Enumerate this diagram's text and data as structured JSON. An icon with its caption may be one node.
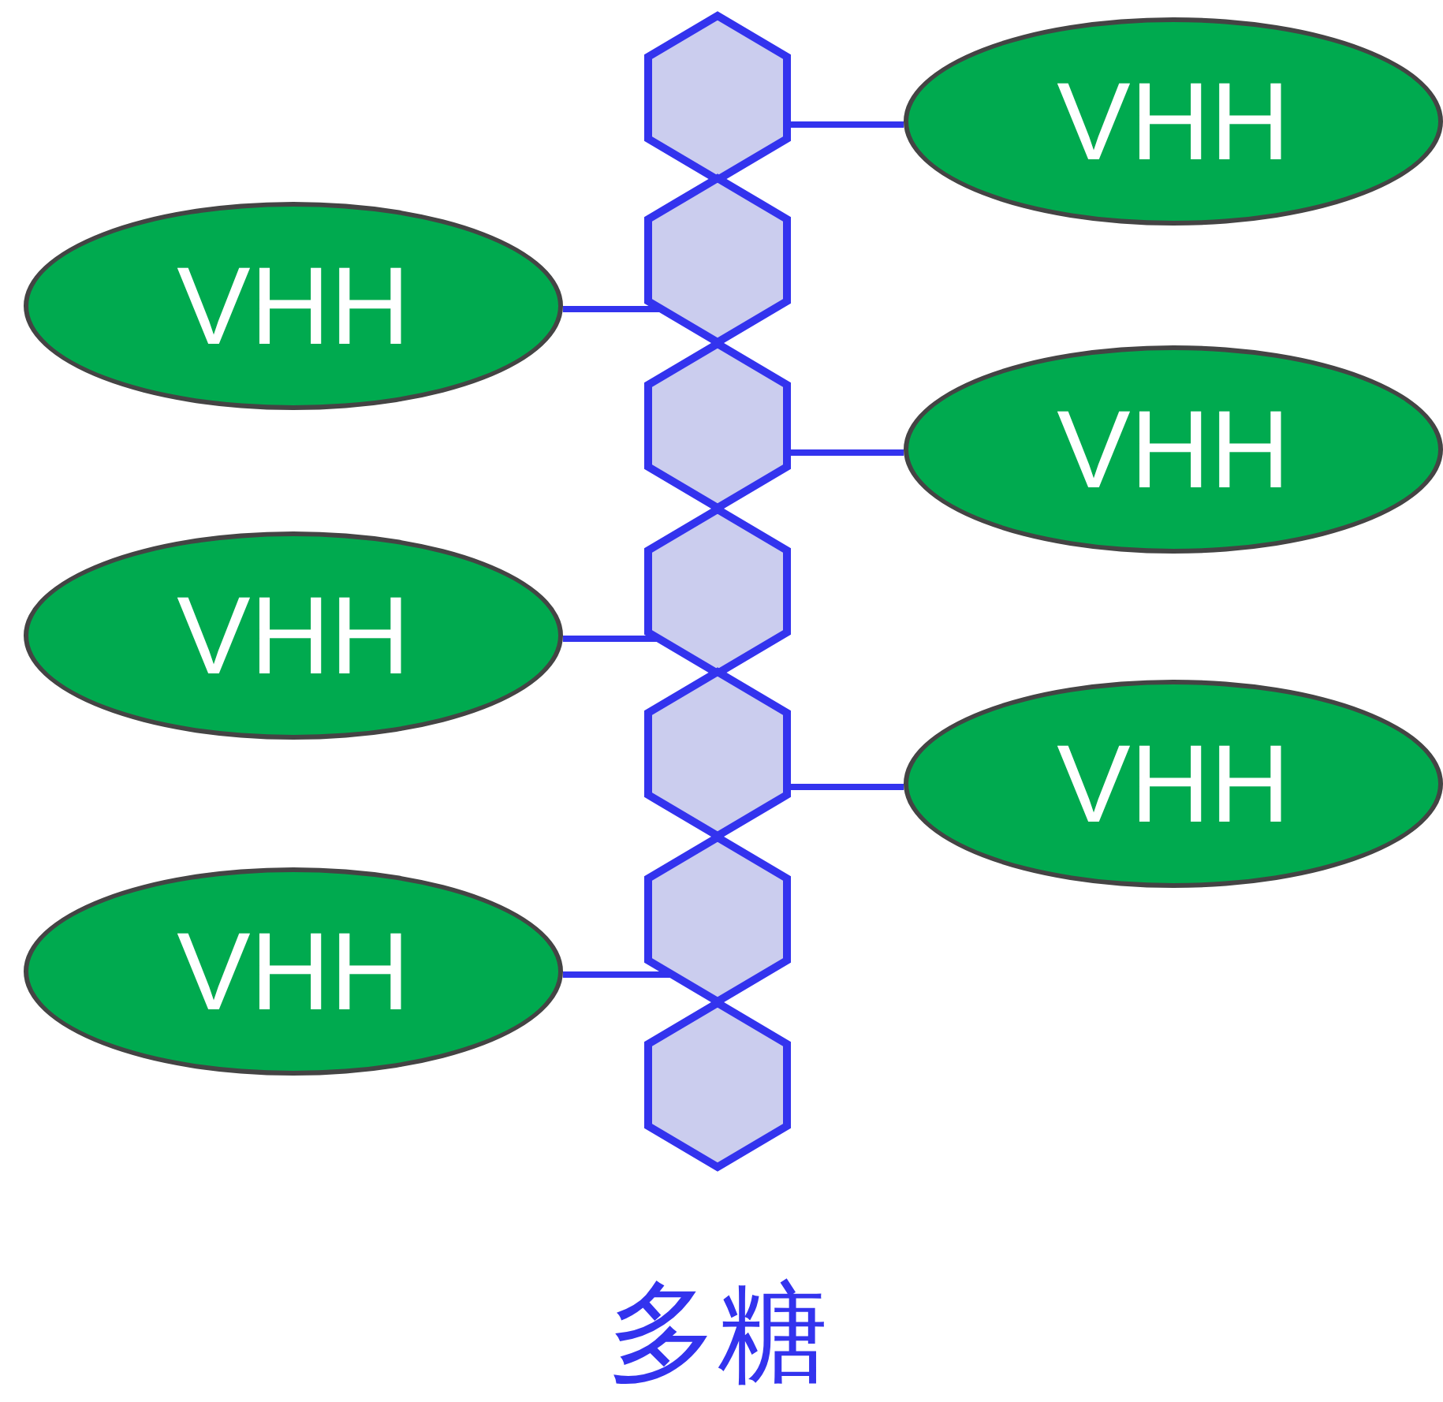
{
  "diagram": {
    "nodes": [
      {
        "text": [],
        "shape": "hexagon"
      },
      {
        "text": [],
        "shape": "hexagon"
      },
      {
        "text": [],
        "shape": "hexagon"
      },
      {
        "text": [],
        "shape": "hexagon"
      },
      {
        "text": [],
        "shape": "hexagon"
      },
      {
        "text": [],
        "shape": "hexagon"
      },
      {
        "text": [],
        "shape": "hexagon"
      },
      {
        "text": [
          "VHH"
        ]
      },
      {
        "text": [
          "VHH"
        ]
      },
      {
        "text": [
          "VHH"
        ]
      },
      {
        "text": [
          "VHH"
        ]
      },
      {
        "text": [
          "VHH"
        ]
      },
      {
        "text": [
          "VHH"
        ]
      }
    ],
    "edges": [
      {
        "from": 7,
        "to": 0,
        "arrow": "none"
      },
      {
        "from": 8,
        "to": 1,
        "arrow": "none"
      },
      {
        "from": 9,
        "to": 2,
        "arrow": "none"
      },
      {
        "from": 10,
        "to": 3,
        "arrow": "none"
      },
      {
        "from": 11,
        "to": 4,
        "arrow": "none"
      },
      {
        "from": 12,
        "to": 5,
        "arrow": "none"
      }
    ],
    "labels": [
      "多糖"
    ]
  }
}
